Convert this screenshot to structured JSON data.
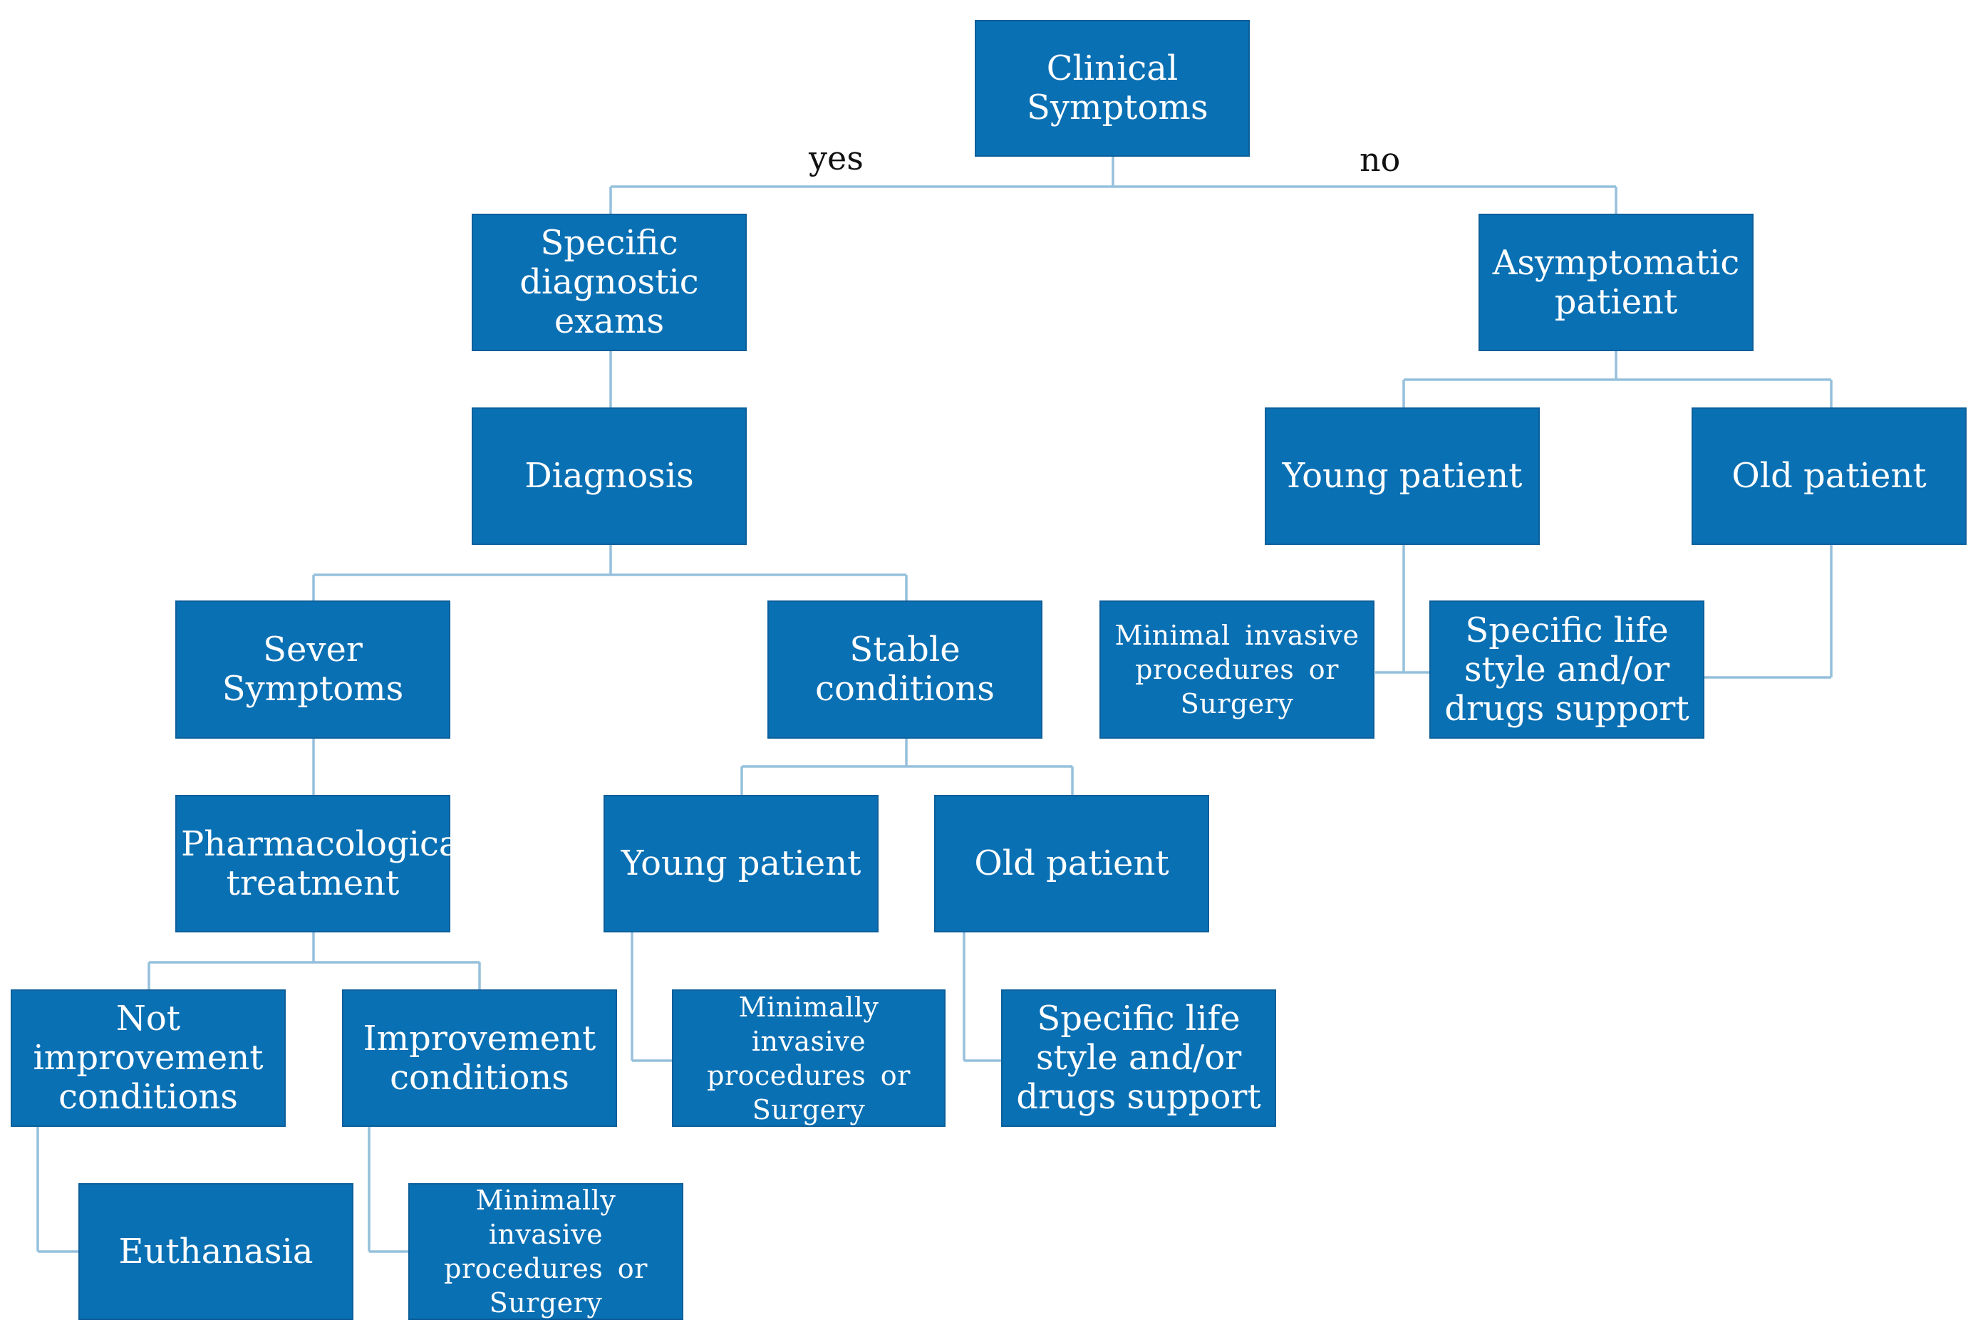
{
  "colors": {
    "node_fill": "#0a70b4",
    "node_text": "#ffffff",
    "connector": "#95c0dc",
    "label_text": "#111111"
  },
  "edge_labels": {
    "yes": "yes",
    "no": "no"
  },
  "nodes": {
    "clinical_symptoms": "Clinical Symptoms",
    "specific_exams": "Specific diagnostic exams",
    "diagnosis": "Diagnosis",
    "sever_symptoms": "Sever Symptoms",
    "pharmacological": "Pharmacological treatment",
    "not_improvement": "Not improvement conditions",
    "improvement": "Improvement conditions",
    "euthanasia": "Euthanasia",
    "min_invasive_improvement": "Minimally invasive procedures or Surgery",
    "stable_conditions": "Stable conditions",
    "stable_young": "Young patient",
    "stable_old": "Old patient",
    "stable_min_invasive": "Minimally invasive procedures or Surgery",
    "stable_lifestyle": "Specific life style and/or drugs support",
    "asymptomatic": "Asymptomatic patient",
    "asym_young": "Young patient",
    "asym_old": "Old patient",
    "asym_min_invasive": "Minimal invasive procedures or Surgery",
    "asym_lifestyle": "Specific life style and/or drugs support"
  }
}
